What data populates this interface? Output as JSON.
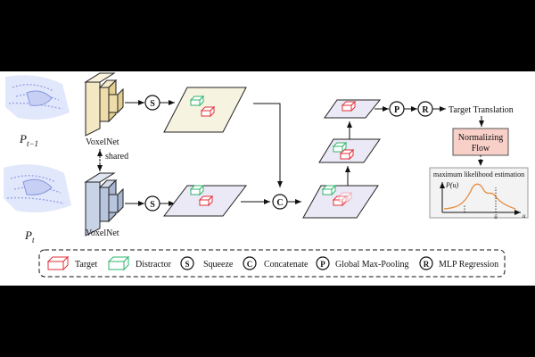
{
  "inputs": {
    "prev_label_base": "P",
    "prev_label_sub": "t−1",
    "curr_label_base": "P",
    "curr_label_sub": "t"
  },
  "backbone": {
    "top_label": "VoxelNet",
    "bottom_label": "VoxelNet",
    "shared_label": "shared"
  },
  "ops": {
    "squeeze": "S",
    "concatenate": "C",
    "pooling": "P",
    "regression": "R"
  },
  "output": {
    "target_translation": "Target Translation",
    "normalizing_flow_line1": "Normalizing",
    "normalizing_flow_line2": "Flow",
    "mle_title": "maximum likelihood estimation",
    "pdf_label": "P(u)",
    "x_axis_label": "u",
    "peak_label": "û"
  },
  "legend": {
    "target": "Target",
    "distractor": "Distractor",
    "squeeze": "Squeeze",
    "concatenate": "Concatenate",
    "pooling": "Global Max-Pooling",
    "regression": "MLP Regression"
  },
  "colors": {
    "target": "#e0303a",
    "distractor": "#2fb36b",
    "voxel_top": "#f3e7c4",
    "voxel_bottom": "#c9d3e6",
    "plane_top": "#f7f3e1",
    "plane_bottom": "#ece9f6",
    "pdf_curve": "#e58a3a",
    "flow_box": "#f8d0c8"
  }
}
